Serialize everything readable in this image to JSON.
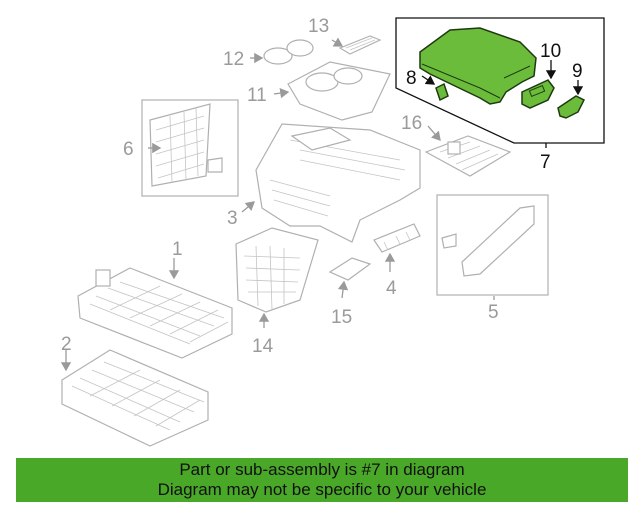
{
  "diagram": {
    "callouts": [
      "1",
      "2",
      "3",
      "4",
      "5",
      "6",
      "7",
      "8",
      "9",
      "10",
      "11",
      "12",
      "13",
      "14",
      "15",
      "16"
    ],
    "highlight_color": "#6cbc3c",
    "highlighted_callout": "7"
  },
  "banner": {
    "line1": "Part or sub-assembly is #7 in diagram",
    "line2": "Diagram may not be specific to your vehicle",
    "color": "#4aa829"
  }
}
